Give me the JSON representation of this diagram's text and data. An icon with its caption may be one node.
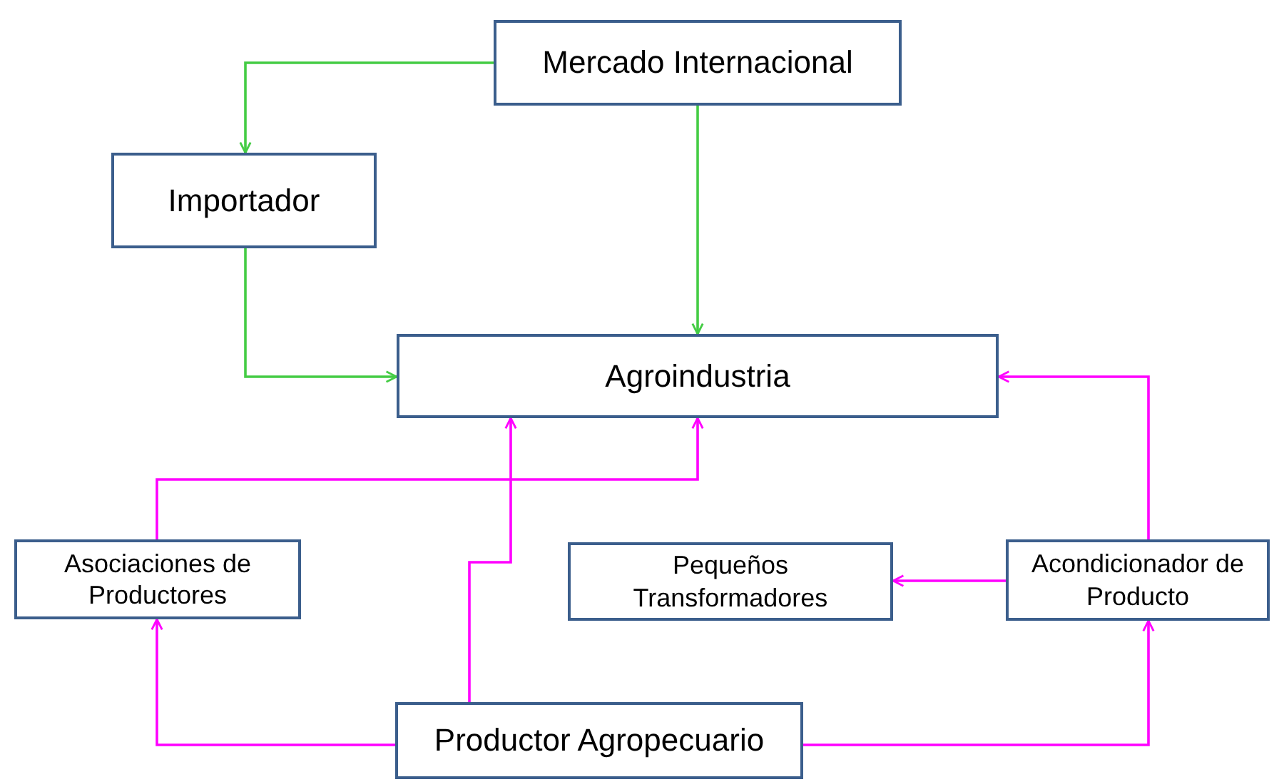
{
  "diagram": {
    "nodes": [
      {
        "text": [
          "Mercado Internacional"
        ]
      },
      {
        "text": [
          "Importador"
        ]
      },
      {
        "text": [
          "Agroindustria"
        ]
      },
      {
        "text": [
          "Asociaciones de Productores"
        ]
      },
      {
        "text": [
          "Pequeños Transformadores"
        ]
      },
      {
        "text": [
          "Acondicionador de Producto"
        ]
      },
      {
        "text": [
          "Productor Agropecuario"
        ]
      }
    ],
    "edges": [
      {
        "from": 0,
        "to": 1,
        "arrow": "to",
        "color": "#44cc44"
      },
      {
        "from": 0,
        "to": 2,
        "arrow": "to",
        "color": "#44cc44"
      },
      {
        "from": 1,
        "to": 2,
        "arrow": "to",
        "color": "#44cc44"
      },
      {
        "from": 3,
        "to": 2,
        "arrow": "to"
      },
      {
        "from": 6,
        "to": 2,
        "arrow": "to"
      },
      {
        "from": 5,
        "to": 2,
        "arrow": "to"
      },
      {
        "from": 5,
        "to": 4,
        "arrow": "to"
      },
      {
        "from": 6,
        "to": 3,
        "arrow": "to"
      },
      {
        "from": 6,
        "to": 5,
        "arrow": "to"
      }
    ]
  }
}
